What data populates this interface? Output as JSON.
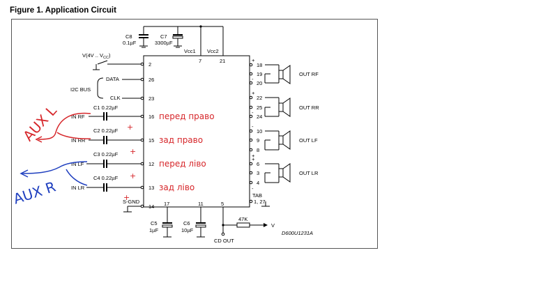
{
  "title": "Figure 1. Application Circuit",
  "code": "D600U1231A",
  "supply": {
    "v_label": "V(4V .. V",
    "v_sub": "CC",
    "v_close": ")",
    "vcc1": "Vcc1",
    "vcc2": "Vcc2",
    "pin7": "7",
    "pin21": "21"
  },
  "caps_top": [
    {
      "name": "C8",
      "value": "0.1µF"
    },
    {
      "name": "C7",
      "value": "3300µF"
    }
  ],
  "i2c": {
    "bus": "I2C BUS",
    "data": "DATA",
    "clk": "CLK",
    "pin_v": "2",
    "pin_data": "26",
    "pin_clk": "23"
  },
  "inputs": [
    {
      "label": "IN RF",
      "cap": "C1 0.22µF",
      "pin": "16",
      "note": "перед право"
    },
    {
      "label": "IN RR",
      "cap": "C2 0.22µF",
      "pin": "15",
      "note": "зад право"
    },
    {
      "label": "IN LF",
      "cap": "C3 0.22µF",
      "pin": "12",
      "note": "перед ліво"
    },
    {
      "label": "IN LR",
      "cap": "C4 0.22µF",
      "pin": "13",
      "note": "зад ліво"
    }
  ],
  "sgnd": {
    "label": "S-GND",
    "pin": "14"
  },
  "bottom": [
    {
      "pin": "17",
      "name": "C5",
      "value": "1µF"
    },
    {
      "pin": "11",
      "name": "C6",
      "value": "10µF"
    },
    {
      "pin": "5",
      "name": "CD OUT",
      "value": ""
    }
  ],
  "resistor": {
    "value": "47K",
    "out": "V"
  },
  "tab": {
    "pin": "1, 27",
    "label": "TAB"
  },
  "outputs": [
    {
      "label": "OUT RF",
      "pins": [
        "18",
        "19",
        "20"
      ],
      "signs": [
        "+",
        "-"
      ]
    },
    {
      "label": "OUT RR",
      "pins": [
        "22",
        "25",
        "24"
      ],
      "signs": [
        "+",
        "-"
      ]
    },
    {
      "label": "OUT LF",
      "pins": [
        "10",
        "9",
        "8"
      ],
      "signs": [
        "-",
        "+"
      ]
    },
    {
      "label": "OUT LR",
      "pins": [
        "6",
        "3",
        "4"
      ],
      "signs": [
        "+",
        "-"
      ]
    }
  ],
  "annotations": {
    "aux_l": "AUX L",
    "aux_r": "AUX R"
  },
  "colors": {
    "handwriting_red": "#d6262a",
    "handwriting_blue": "#1f3fbf",
    "ink": "#000000"
  }
}
